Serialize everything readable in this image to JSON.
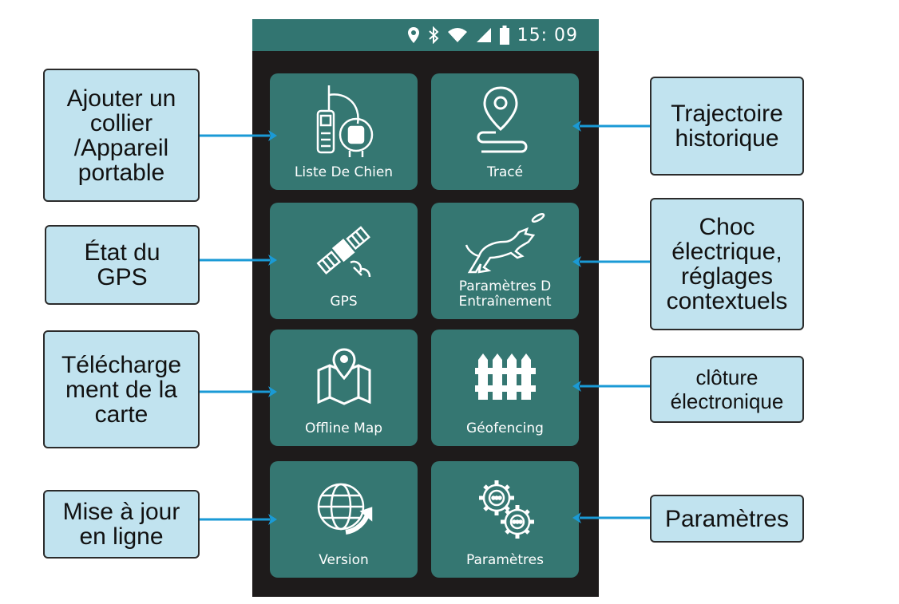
{
  "status_bar": {
    "time": "15: 09",
    "icons": [
      "location-pin-icon",
      "bluetooth-icon",
      "wifi-icon",
      "signal-icon",
      "battery-icon"
    ]
  },
  "tiles": [
    {
      "label": "Liste De Chien",
      "icon": "collar-device-icon"
    },
    {
      "label": "Tracé",
      "icon": "track-pin-icon"
    },
    {
      "label": "GPS",
      "icon": "satellite-icon"
    },
    {
      "label": "Paramètres D\nEntraînement",
      "icon": "dog-jumping-icon"
    },
    {
      "label": "Offline Map",
      "icon": "map-pin-icon"
    },
    {
      "label": "Géofencing",
      "icon": "fence-icon"
    },
    {
      "label": "Version",
      "icon": "globe-update-icon"
    },
    {
      "label": "Paramètres",
      "icon": "gears-icon"
    }
  ],
  "callouts": [
    {
      "text": "Ajouter un\ncollier\n/Appareil\nportable"
    },
    {
      "text": "Trajectoire\nhistorique"
    },
    {
      "text": "État du\nGPS"
    },
    {
      "text": "Choc\nélectrique,\nréglages\ncontextuels"
    },
    {
      "text": "Télécharge\nment de la\ncarte"
    },
    {
      "text": "clôture\nélectronique"
    },
    {
      "text": "Mise à jour\nen ligne"
    },
    {
      "text": "Paramètres"
    }
  ],
  "colors": {
    "tile": "#357772",
    "status_bar": "#327571",
    "screen_bg": "#1e1b1b",
    "callout_bg": "#c1e3ef",
    "arrow": "#1a9ad6"
  }
}
